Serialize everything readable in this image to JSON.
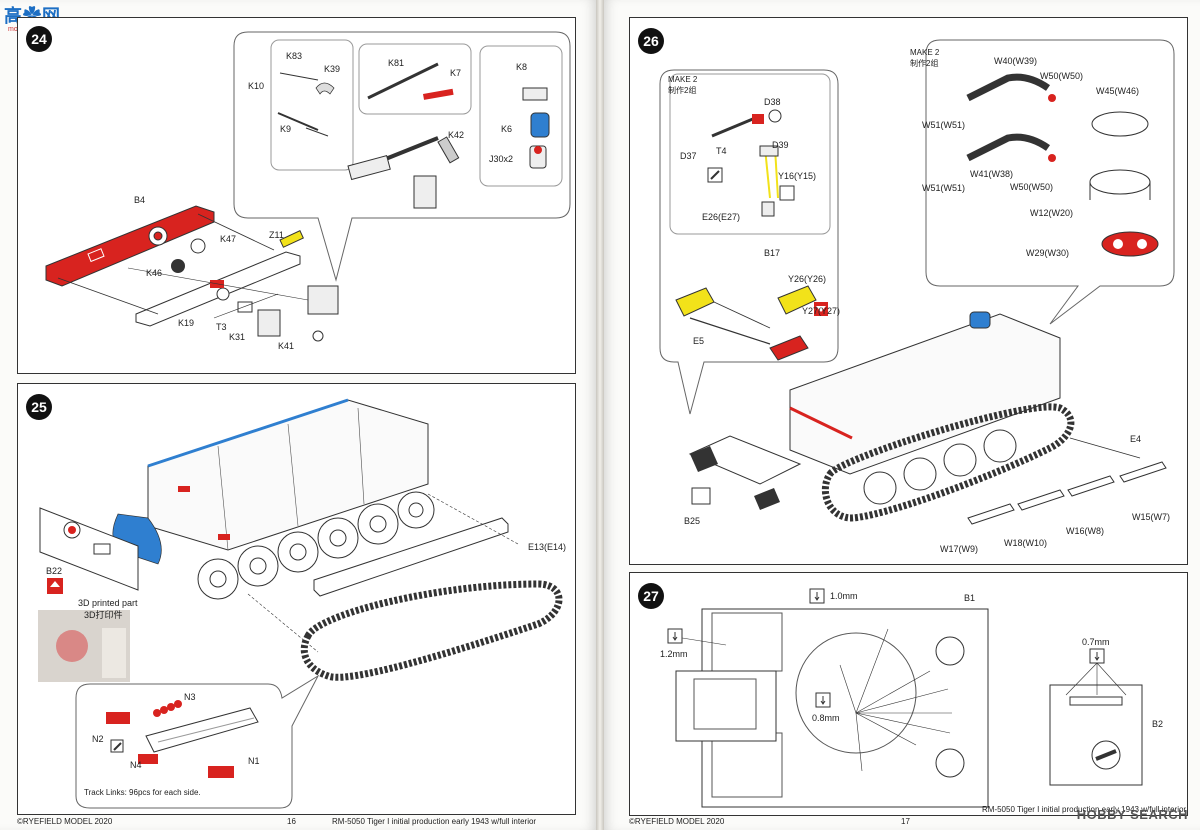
{
  "watermark": {
    "logo": "高✿网",
    "logo_sub": "moo-shop.net"
  },
  "brand": "HOBBY SEARCH",
  "left_page": {
    "footer_left": "©RYEFIELD MODEL 2020",
    "page_number": "16",
    "footer_right": "RM-5050 Tiger I initial production early 1943 w/full interior",
    "step24": {
      "number": "24",
      "labels": {
        "K83": "K83",
        "K39": "K39",
        "K10": "K10",
        "K9": "K9",
        "K81": "K81",
        "K7": "K7",
        "K42": "K42",
        "K8": "K8",
        "K6": "K6",
        "J30": "J30x2",
        "B4": "B4",
        "K47": "K47",
        "Z11": "Z11",
        "K46": "K46",
        "K19": "K19",
        "T3": "T3",
        "K31": "K31",
        "K41": "K41"
      }
    },
    "step25": {
      "number": "25",
      "labels": {
        "E13": "E13(E14)",
        "B22": "B22",
        "printed_en": "3D printed part",
        "printed_cn": "3D打印件",
        "N3": "N3",
        "N2": "N2",
        "N4": "N4",
        "N1": "N1",
        "track_note": "Track Links: 96pcs for each side."
      }
    }
  },
  "right_page": {
    "footer_left": "©RYEFIELD MODEL 2020",
    "page_number": "17",
    "footer_right": "RM-5050 Tiger I initial production early 1943 w/full interior",
    "step26": {
      "number": "26",
      "labels": {
        "make2_a": "MAKE 2",
        "make2_a_cn": "制作2组",
        "D38": "D38",
        "D37": "D37",
        "T4": "T4",
        "D39": "D39",
        "Y16": "Y16(Y15)",
        "E26": "E26(E27)",
        "B17": "B17",
        "Y26": "Y26(Y26)",
        "Y27": "Y27(Y27)",
        "E5": "E5",
        "make2_b": "MAKE 2",
        "make2_b_cn": "制作2组",
        "W40": "W40(W39)",
        "W50a": "W50(W50)",
        "W45": "W45(W46)",
        "W51a": "W51(W51)",
        "W41": "W41(W38)",
        "W51b": "W51(W51)",
        "W50b": "W50(W50)",
        "W12": "W12(W20)",
        "W29": "W29(W30)",
        "E4": "E4",
        "B25": "B25",
        "W15": "W15(W7)",
        "W16": "W16(W8)",
        "W18": "W18(W10)",
        "W17": "W17(W9)"
      }
    },
    "step27": {
      "number": "27",
      "labels": {
        "d1": "1.0mm",
        "B1": "B1",
        "d2": "1.2mm",
        "d3": "0.8mm",
        "d4": "0.7mm",
        "B2": "B2"
      }
    }
  },
  "colors": {
    "red": "#d8231f",
    "yellow": "#f2e21a",
    "blue": "#2f7fd0",
    "ink": "#333333"
  }
}
